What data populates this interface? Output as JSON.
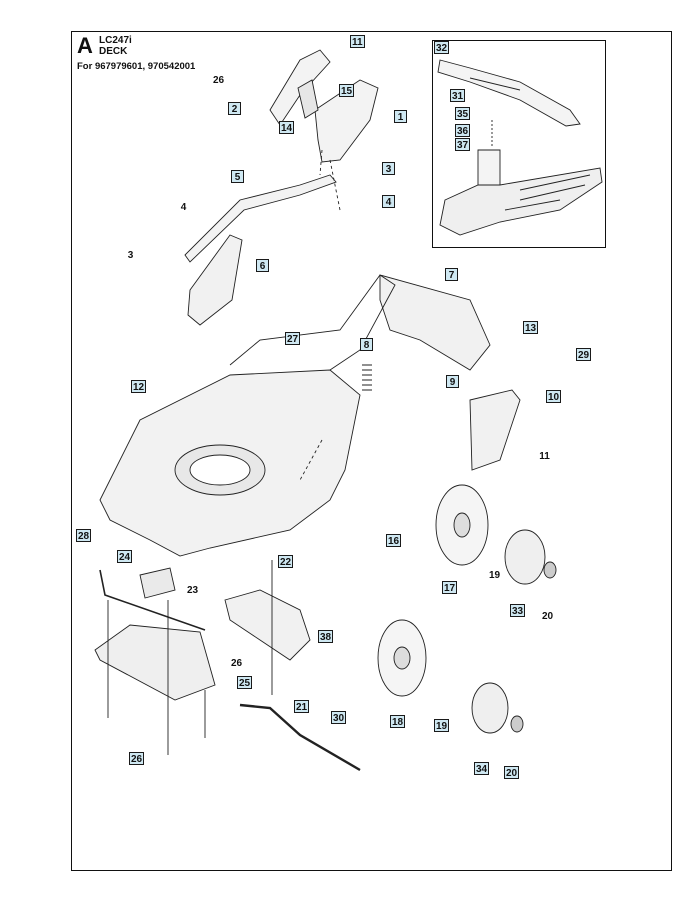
{
  "header": {
    "section_letter": "A",
    "model": "LC247i",
    "title": "DECK",
    "applies_to": "For 967979601, 970542001"
  },
  "callouts": [
    {
      "id": "c11a",
      "label": "11",
      "boxed": true
    },
    {
      "id": "c26a",
      "label": "26",
      "boxed": false
    },
    {
      "id": "c15",
      "label": "15",
      "boxed": true
    },
    {
      "id": "c2",
      "label": "2",
      "boxed": true
    },
    {
      "id": "c1",
      "label": "1",
      "boxed": true
    },
    {
      "id": "c14",
      "label": "14",
      "boxed": true
    },
    {
      "id": "c3a",
      "label": "3",
      "boxed": true
    },
    {
      "id": "c5",
      "label": "5",
      "boxed": true
    },
    {
      "id": "c4a",
      "label": "4",
      "boxed": false
    },
    {
      "id": "c4b",
      "label": "4",
      "boxed": true
    },
    {
      "id": "c3b",
      "label": "3",
      "boxed": false
    },
    {
      "id": "c6",
      "label": "6",
      "boxed": true
    },
    {
      "id": "c32",
      "label": "32",
      "boxed": true
    },
    {
      "id": "c31",
      "label": "31",
      "boxed": true
    },
    {
      "id": "c35",
      "label": "35",
      "boxed": true
    },
    {
      "id": "c36",
      "label": "36",
      "boxed": true
    },
    {
      "id": "c37",
      "label": "37",
      "boxed": true
    },
    {
      "id": "c7",
      "label": "7",
      "boxed": true
    },
    {
      "id": "c13",
      "label": "13",
      "boxed": true
    },
    {
      "id": "c29",
      "label": "29",
      "boxed": true
    },
    {
      "id": "c27",
      "label": "27",
      "boxed": true
    },
    {
      "id": "c8",
      "label": "8",
      "boxed": true
    },
    {
      "id": "c9",
      "label": "9",
      "boxed": true
    },
    {
      "id": "c10",
      "label": "10",
      "boxed": true
    },
    {
      "id": "c12",
      "label": "12",
      "boxed": true
    },
    {
      "id": "c11b",
      "label": "11",
      "boxed": false
    },
    {
      "id": "c16",
      "label": "16",
      "boxed": true
    },
    {
      "id": "c28",
      "label": "28",
      "boxed": true
    },
    {
      "id": "c22",
      "label": "22",
      "boxed": true
    },
    {
      "id": "c24",
      "label": "24",
      "boxed": true
    },
    {
      "id": "c23",
      "label": "23",
      "boxed": false
    },
    {
      "id": "c17",
      "label": "17",
      "boxed": true
    },
    {
      "id": "c19a",
      "label": "19",
      "boxed": false
    },
    {
      "id": "c33",
      "label": "33",
      "boxed": true
    },
    {
      "id": "c20a",
      "label": "20",
      "boxed": false
    },
    {
      "id": "c38",
      "label": "38",
      "boxed": true
    },
    {
      "id": "c26b",
      "label": "26",
      "boxed": false
    },
    {
      "id": "c25",
      "label": "25",
      "boxed": true
    },
    {
      "id": "c18",
      "label": "18",
      "boxed": true
    },
    {
      "id": "c19b",
      "label": "19",
      "boxed": true
    },
    {
      "id": "c21",
      "label": "21",
      "boxed": true
    },
    {
      "id": "c30",
      "label": "30",
      "boxed": true
    },
    {
      "id": "c26c",
      "label": "26",
      "boxed": true
    },
    {
      "id": "c34",
      "label": "34",
      "boxed": true
    },
    {
      "id": "c20b",
      "label": "20",
      "boxed": true
    }
  ]
}
